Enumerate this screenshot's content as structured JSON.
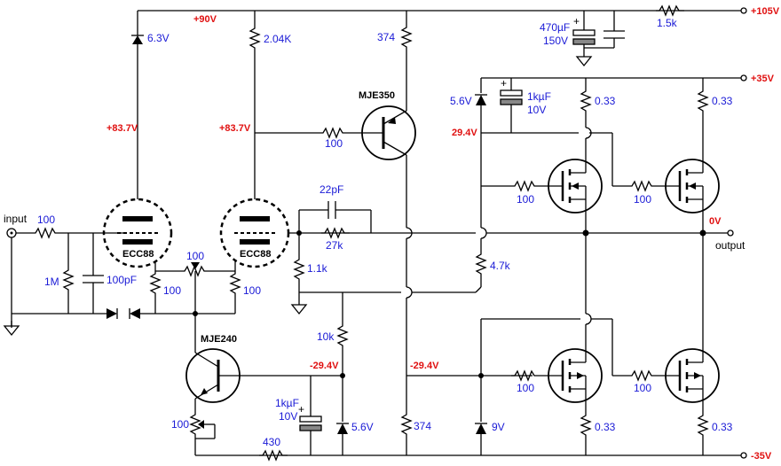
{
  "rails": {
    "v105": "+105V",
    "v35p": "+35V",
    "v35n": "-35V",
    "v90": "+90V",
    "zero": "0V"
  },
  "ports": {
    "input": "input",
    "output": "output"
  },
  "voltages": {
    "plate1": "+83.7V",
    "plate2": "+83.7V",
    "upper_node": "29.4V",
    "lower_node1": "-29.4V",
    "lower_node2": "-29.4V"
  },
  "tubes": {
    "t1": "ECC88",
    "t2": "ECC88"
  },
  "transistors": {
    "q_top": "MJE350",
    "q_bot": "MJE240"
  },
  "components": {
    "r_in": "100",
    "r_grid": "1M",
    "c_in": "100pF",
    "r_k1": "100",
    "r_bal": "100",
    "r_k2": "100",
    "z_top": "6.3V",
    "r_plate2": "2.04K",
    "r_base_top": "100",
    "r_374_top": "374",
    "c_fb": "22pF",
    "r_fb": "27k",
    "r_fb_gnd": "1.1k",
    "r_47k": "4.7k",
    "r_10k": "10k",
    "c_bot": "1kµF",
    "c_bot_v": "10V",
    "z_bot": "5.6V",
    "r_374_bot": "374",
    "r_pot_bot": "100",
    "r_430": "430",
    "c_470": "470µF",
    "c_470_v": "150V",
    "r_15k": "1.5k",
    "z_5v6_top": "5.6V",
    "c_1k_top": "1kµF",
    "c_1k_top_v": "10V",
    "r_033_a": "0.33",
    "r_033_b": "0.33",
    "r_gate_1": "100",
    "r_gate_2": "100",
    "r_gate_3": "100",
    "r_gate_4": "100",
    "z_9v": "9V",
    "r_033_c": "0.33",
    "r_033_d": "0.33"
  }
}
